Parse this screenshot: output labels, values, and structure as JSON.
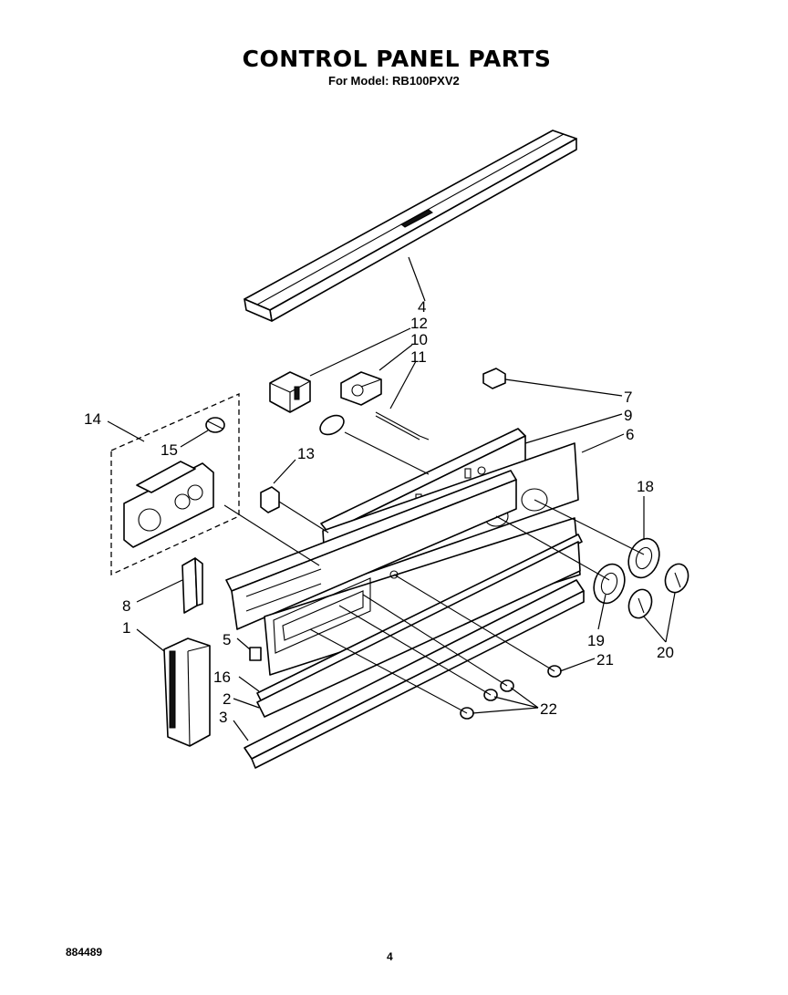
{
  "header": {
    "title": "CONTROL PANEL PARTS",
    "subtitle": "For Model: RB100PXV2"
  },
  "footer": {
    "code": "884489",
    "page": "4"
  },
  "callouts": [
    {
      "id": "c4",
      "text": "4"
    },
    {
      "id": "c12",
      "text": "12"
    },
    {
      "id": "c10",
      "text": "10"
    },
    {
      "id": "c11",
      "text": "11"
    },
    {
      "id": "c7",
      "text": "7"
    },
    {
      "id": "c9",
      "text": "9"
    },
    {
      "id": "c6",
      "text": "6"
    },
    {
      "id": "c14",
      "text": "14"
    },
    {
      "id": "c15",
      "text": "15"
    },
    {
      "id": "c13",
      "text": "13"
    },
    {
      "id": "c18",
      "text": "18"
    },
    {
      "id": "c8",
      "text": "8"
    },
    {
      "id": "c1",
      "text": "1"
    },
    {
      "id": "c5",
      "text": "5"
    },
    {
      "id": "c16",
      "text": "16"
    },
    {
      "id": "c2",
      "text": "2"
    },
    {
      "id": "c3",
      "text": "3"
    },
    {
      "id": "c19",
      "text": "19"
    },
    {
      "id": "c20",
      "text": "20"
    },
    {
      "id": "c21",
      "text": "21"
    },
    {
      "id": "c22",
      "text": "22"
    }
  ]
}
